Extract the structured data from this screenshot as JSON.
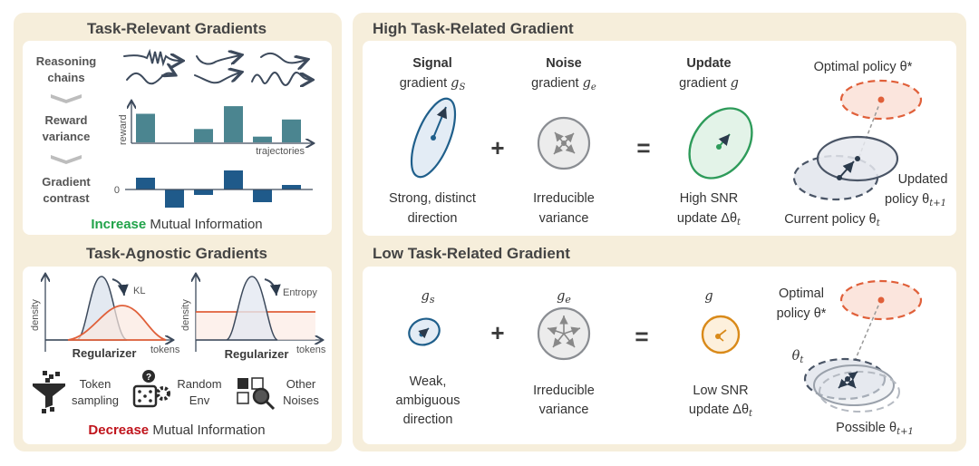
{
  "left": {
    "relevant": {
      "title": "Task-Relevant Gradients",
      "row_labels": [
        [
          "Reasoning",
          "chains"
        ],
        [
          "Reward",
          "variance"
        ],
        [
          "Gradient",
          "contrast"
        ]
      ],
      "reward_axis": "reward",
      "traj_axis": "trajectories",
      "zero_label": "0",
      "reward_values": [
        0.75,
        0,
        0.35,
        0.95,
        0.15,
        0.6
      ],
      "contrast_values": [
        0.13,
        -0.2,
        -0.06,
        0.21,
        -0.14,
        0.05
      ],
      "footer_keyword": "Increase",
      "footer_rest": " Mutual Information",
      "accent": "#21a34a"
    },
    "agnostic": {
      "title": "Task-Agnostic Gradients",
      "density": "density",
      "tokens": "tokens",
      "regularizer": "Regularizer",
      "kl": "KL",
      "entropy": "Entropy",
      "icons": [
        {
          "icon": "funnel-icon",
          "lines": [
            "Token",
            "sampling"
          ]
        },
        {
          "icon": "dice-gear-icon",
          "lines": [
            "Random",
            "Env"
          ]
        },
        {
          "icon": "magnifier-grid-icon",
          "lines": [
            "Other",
            "Noises"
          ]
        }
      ],
      "footer_keyword": "Decrease",
      "footer_rest": " Mutual Information",
      "accent": "#c0141c"
    }
  },
  "high": {
    "title": "High Task-Related Gradient",
    "signal": {
      "head": "Signal",
      "sub": "gradient ",
      "sym": "g",
      "subscript": "S",
      "desc": [
        "Strong, distinct",
        "direction"
      ]
    },
    "noise": {
      "head": "Noise",
      "sub": "gradient ",
      "sym": "g",
      "subscript": "e",
      "desc": [
        "Irreducible",
        "variance"
      ]
    },
    "update": {
      "head": "Update",
      "sub": "gradient ",
      "sym": "g",
      "desc": [
        "High SNR",
        "update Δθ"
      ],
      "desc_sub": "t"
    },
    "plus": "+",
    "equals": "=",
    "optimal": "Optimal policy θ*",
    "updated": [
      "Updated",
      "policy θ"
    ],
    "updated_sub": "t+1",
    "current": "Current policy θ",
    "current_sub": "t"
  },
  "low": {
    "title": "Low Task-Related Gradient",
    "signal": {
      "sym": "g",
      "subscript": "s",
      "desc": [
        "Weak,",
        "ambiguous",
        "direction"
      ]
    },
    "noise": {
      "sym": "g",
      "subscript": "e",
      "desc": [
        "Irreducible",
        "variance"
      ]
    },
    "update": {
      "sym": "g",
      "desc": [
        "Low SNR",
        "update Δθ"
      ],
      "desc_sub": "t"
    },
    "plus": "+",
    "equals": "=",
    "optimal": [
      "Optimal",
      "policy θ*"
    ],
    "theta_t": "θ",
    "theta_t_sub": "t",
    "possible": "Possible θ",
    "possible_sub": "t+1"
  },
  "colors": {
    "panel": "#f6eedb",
    "blue": "#1f5f8b",
    "teal": "#4b8590",
    "navy": "#1f5a8a",
    "green": "#2e9b5a",
    "orange": "#e0603a",
    "amber": "#d98a1a",
    "gray": "#8a8d92"
  }
}
